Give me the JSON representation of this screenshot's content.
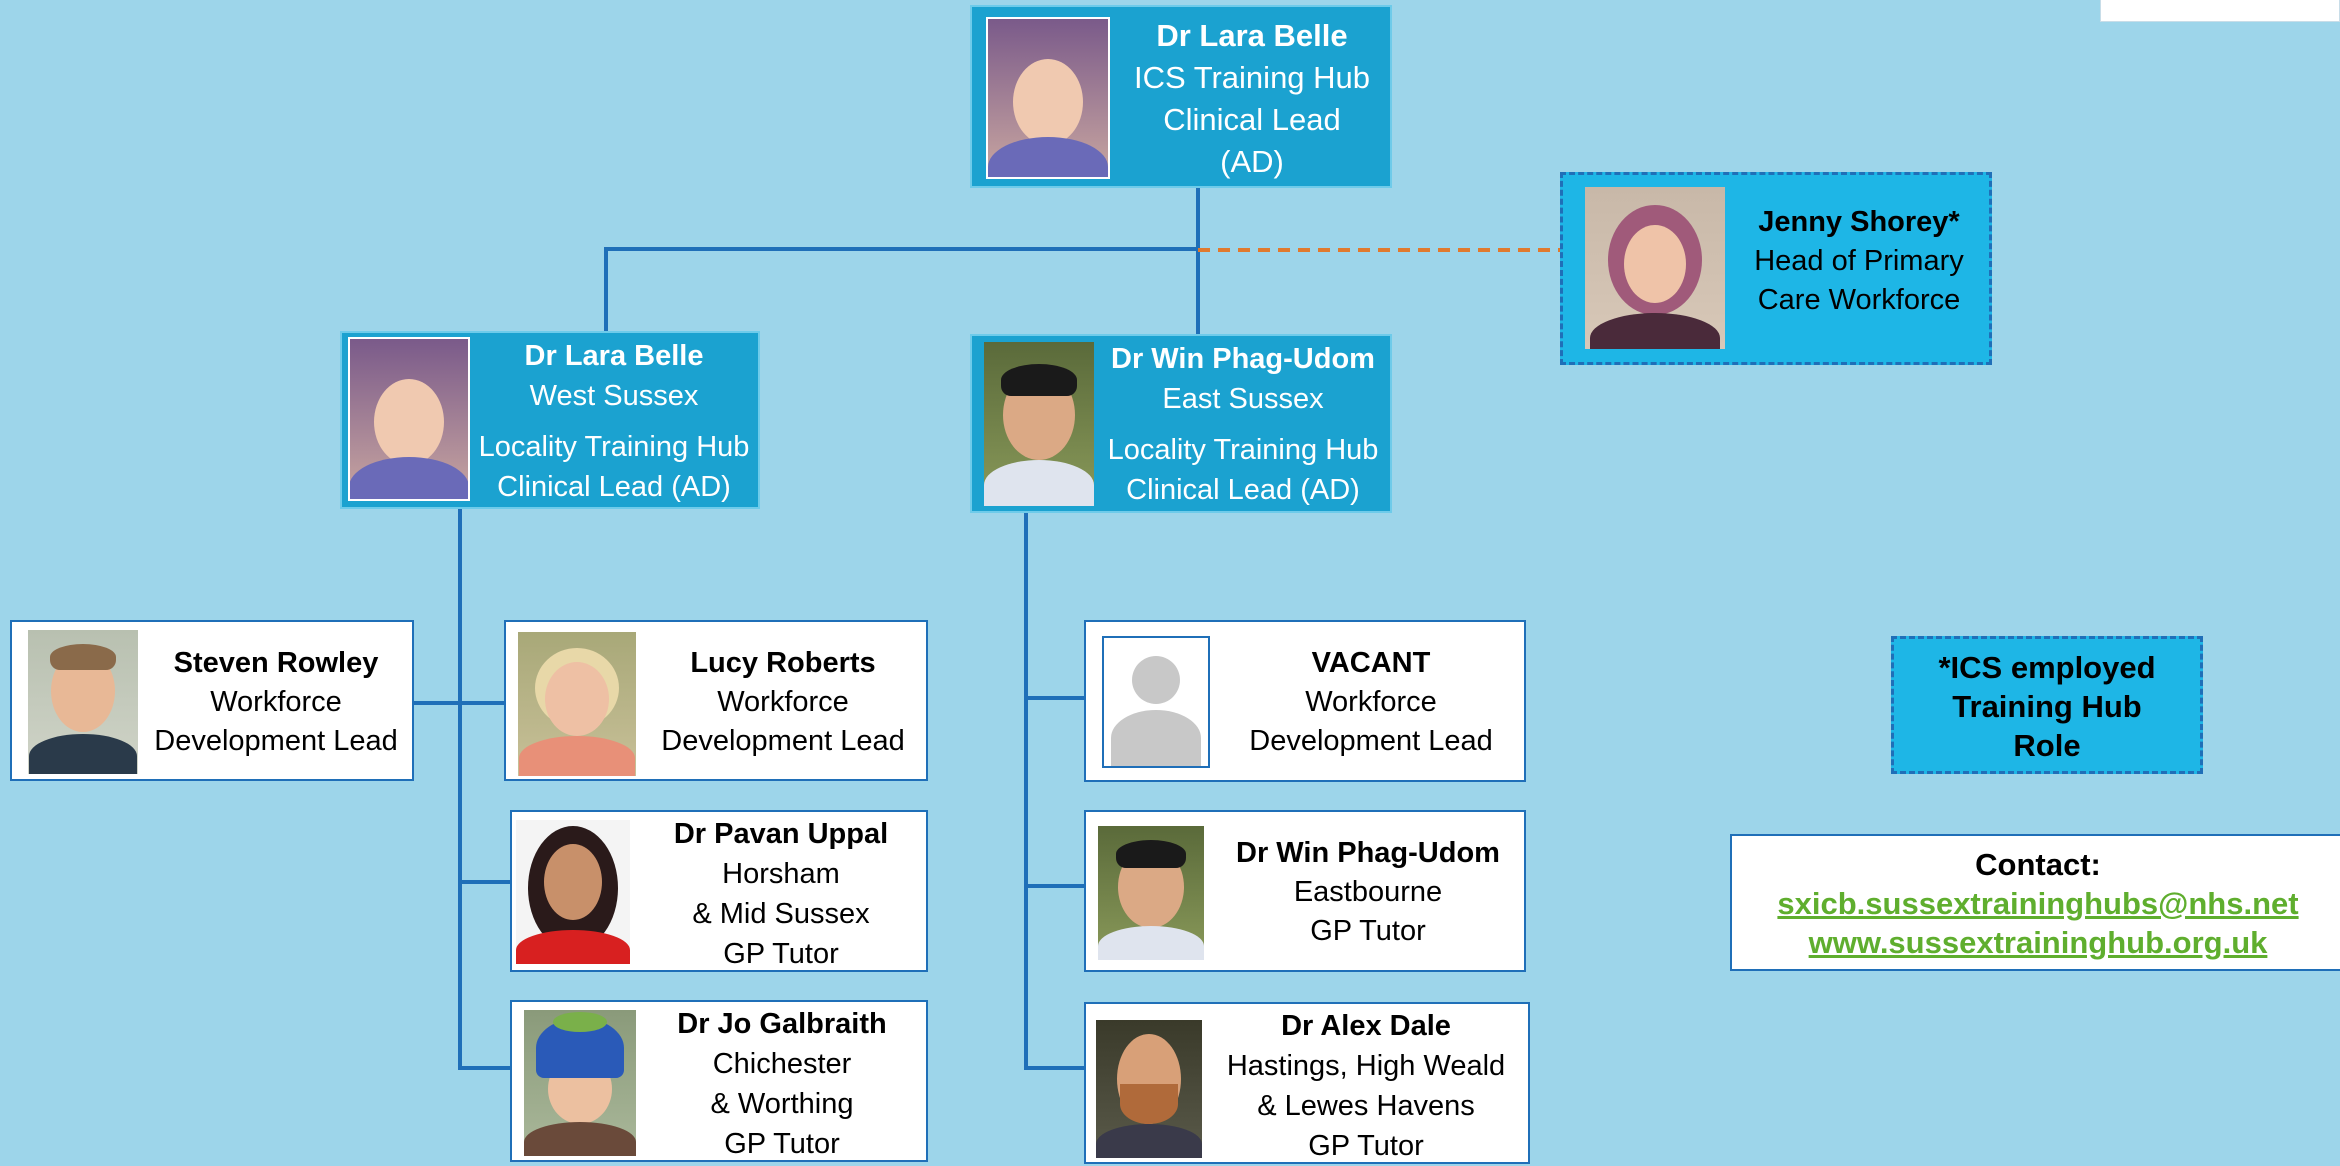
{
  "top": {
    "name": "Dr Lara Belle",
    "line1": "ICS Training Hub",
    "line2": "Clinical Lead",
    "line3": "(AD)"
  },
  "jenny": {
    "name": "Jenny Shorey*",
    "line1": "Head of Primary",
    "line2": "Care Workforce"
  },
  "west_lead": {
    "name": "Dr Lara Belle",
    "line1": "West Sussex",
    "line2": "Locality Training Hub",
    "line3": "Clinical Lead (AD)"
  },
  "east_lead": {
    "name": "Dr Win Phag-Udom",
    "line1": "East Sussex",
    "line2": "Locality Training Hub",
    "line3": "Clinical Lead (AD)"
  },
  "steven": {
    "name": "Steven Rowley",
    "line1": "Workforce",
    "line2": "Development Lead"
  },
  "lucy": {
    "name": "Lucy Roberts",
    "line1": "Workforce",
    "line2": "Development Lead"
  },
  "pavan": {
    "name": "Dr Pavan Uppal",
    "line1": "Horsham",
    "line2": "& Mid Sussex",
    "line3": "GP Tutor"
  },
  "jo": {
    "name": "Dr Jo Galbraith",
    "line1": "Chichester",
    "line2": "& Worthing",
    "line3": "GP Tutor"
  },
  "vacant": {
    "name": "VACANT",
    "line1": "Workforce",
    "line2": "Development Lead"
  },
  "win_tutor": {
    "name": "Dr Win Phag-Udom",
    "line1": "Eastbourne",
    "line2": "GP Tutor"
  },
  "alex": {
    "name": "Dr Alex Dale",
    "line1": "Hastings, High Weald",
    "line2": "& Lewes Havens",
    "line3": "GP Tutor"
  },
  "ics_note": {
    "line1": "*ICS employed",
    "line2": "Training Hub",
    "line3": "Role"
  },
  "contact": {
    "label": "Contact:",
    "email": "sxicb.sussextraininghubs@nhs.net",
    "website": "www.sussextraininghub.org.uk"
  },
  "colors": {
    "background": "#9dd5ea",
    "teal_box": "#1ba2d0",
    "connector": "#1f6fb8",
    "dashed_link": "#e07a2e",
    "link": "#5fae2e"
  }
}
